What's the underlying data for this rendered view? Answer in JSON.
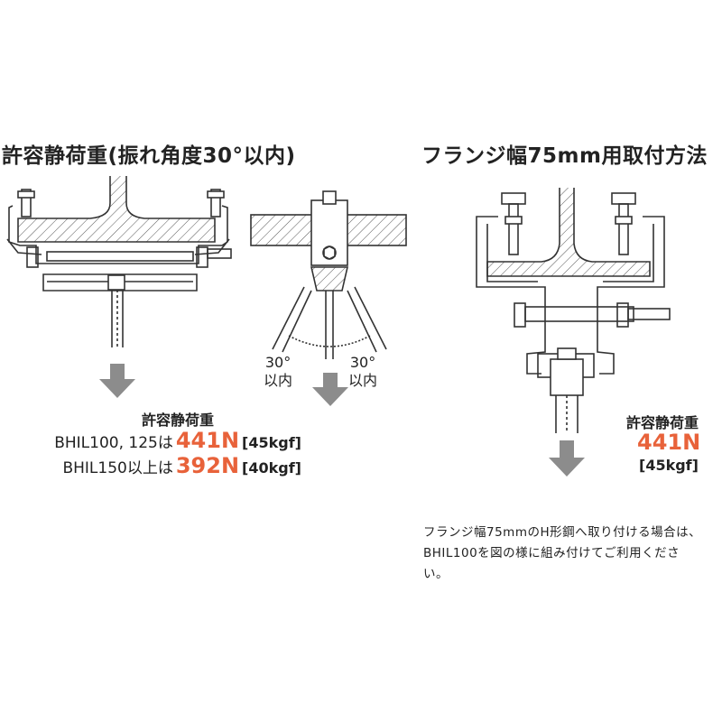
{
  "left": {
    "title": "許容静荷重(振れ角度30°以内)",
    "load_heading": "許容静荷重",
    "rows": [
      {
        "model": "BHIL100, 125は",
        "value": "441N",
        "kgf": "[45kgf]"
      },
      {
        "model": "BHIL150以上は",
        "value": "392N",
        "kgf": "[40kgf]"
      }
    ],
    "angle_left": {
      "deg": "30°",
      "label": "以内"
    },
    "angle_right": {
      "deg": "30°",
      "label": "以内"
    }
  },
  "right": {
    "title": "フランジ幅75mm用取付方法",
    "load_heading": "許容静荷重",
    "value": "441N",
    "kgf": "[45kgf]",
    "note": "フランジ幅75mmのH形鋼へ取り付ける場合は、BHIL100を図の様に組み付けてご利用ください。"
  },
  "colors": {
    "accent": "#e8623a",
    "arrow": "#8c8c8c",
    "line": "#333333"
  }
}
